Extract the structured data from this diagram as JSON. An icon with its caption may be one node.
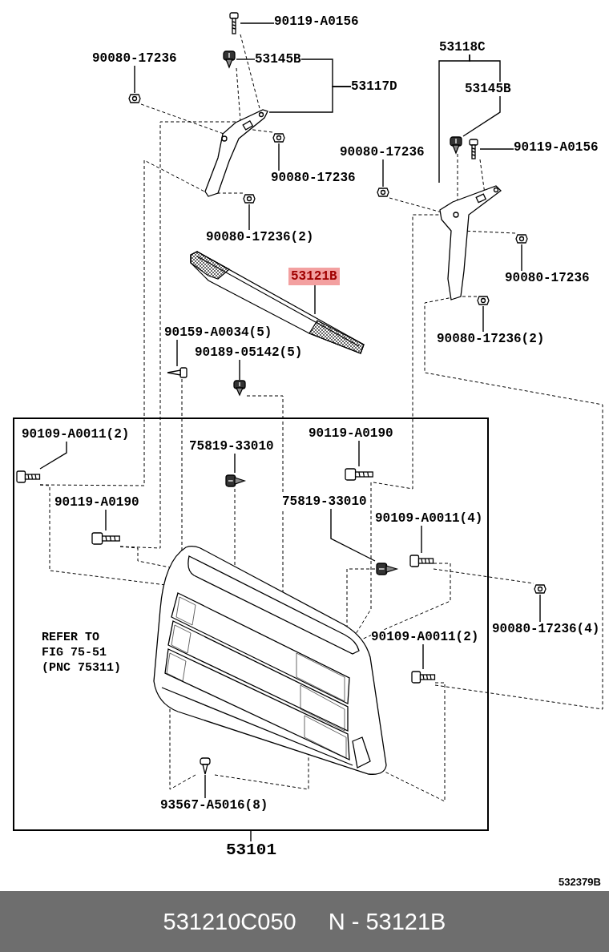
{
  "diagram": {
    "nodes": [
      {
        "text": [
          "90119-A0156"
        ]
      },
      {
        "text": [],
        "shape": "picture"
      },
      {
        "text": [
          "90080-17236"
        ]
      },
      {
        "text": [],
        "shape": "picture"
      },
      {
        "text": [
          "53145B"
        ]
      },
      {
        "text": [],
        "shape": "picture"
      },
      {
        "text": [
          "53117D"
        ]
      },
      {
        "text": [],
        "shape": "picture"
      },
      {
        "text": [
          "53118C"
        ]
      },
      {
        "text": [
          "53145B"
        ]
      },
      {
        "text": [],
        "shape": "picture"
      },
      {
        "text": [
          "90119-A0156"
        ]
      },
      {
        "text": [],
        "shape": "picture"
      },
      {
        "text": [
          "90080-17236"
        ]
      },
      {
        "text": [],
        "shape": "picture"
      },
      {
        "text": [
          "90080-17236"
        ]
      },
      {
        "text": [],
        "shape": "picture"
      },
      {
        "text": [],
        "shape": "picture"
      },
      {
        "text": [
          "90080-17236(2)"
        ]
      },
      {
        "text": [],
        "shape": "picture"
      },
      {
        "text": [
          "90080-17236"
        ]
      },
      {
        "text": [],
        "shape": "picture"
      },
      {
        "text": [
          "53121B"
        ]
      },
      {
        "text": [],
        "shape": "picture"
      },
      {
        "text": [
          "90080-17236(2)"
        ]
      },
      {
        "text": [],
        "shape": "picture"
      },
      {
        "text": [
          "90159-A0034(5)"
        ]
      },
      {
        "text": [],
        "shape": "picture"
      },
      {
        "text": [
          "90189-05142(5)"
        ]
      },
      {
        "text": [],
        "shape": "picture"
      },
      {
        "text": [],
        "shape": "box"
      },
      {
        "text": [
          "90109-A0011(2)"
        ],
        "in": 30
      },
      {
        "text": [],
        "shape": "picture",
        "in": 30
      },
      {
        "text": [
          "75819-33010"
        ],
        "in": 30
      },
      {
        "text": [],
        "shape": "picture",
        "in": 30
      },
      {
        "text": [
          "90119-A0190"
        ],
        "in": 30
      },
      {
        "text": [],
        "shape": "picture",
        "in": 30
      },
      {
        "text": [
          "90119-A0190"
        ],
        "in": 30
      },
      {
        "text": [],
        "shape": "picture",
        "in": 30
      },
      {
        "text": [
          "75819-33010"
        ],
        "in": 30
      },
      {
        "text": [],
        "shape": "picture",
        "in": 30
      },
      {
        "text": [
          "90109-A0011(4)"
        ],
        "in": 30
      },
      {
        "text": [],
        "shape": "picture",
        "in": 30
      },
      {
        "text": [
          "90080-17236(4)"
        ]
      },
      {
        "text": [],
        "shape": "picture"
      },
      {
        "text": [
          "90109-A0011(2)"
        ],
        "in": 30
      },
      {
        "text": [],
        "shape": "picture",
        "in": 30
      },
      {
        "text": [
          "93567-A5016(8)"
        ],
        "in": 30
      },
      {
        "text": [],
        "shape": "picture",
        "in": 30
      },
      {
        "text": [
          "53101"
        ]
      },
      {
        "text": [],
        "shape": "picture",
        "in": 30
      }
    ],
    "edges": [
      {
        "from": 0,
        "to": 1,
        "arrow": "none"
      },
      {
        "from": 2,
        "to": 3,
        "arrow": "none"
      },
      {
        "from": 4,
        "to": 5,
        "arrow": "none"
      },
      {
        "from": 6,
        "to": 4,
        "arrow": "none"
      },
      {
        "from": 6,
        "to": 7,
        "arrow": "none"
      },
      {
        "from": 8,
        "to": 17,
        "arrow": "none"
      },
      {
        "from": 8,
        "to": 9,
        "arrow": "none"
      },
      {
        "from": 9,
        "to": 10,
        "arrow": "none"
      },
      {
        "from": 11,
        "to": 12,
        "arrow": "none"
      },
      {
        "from": 13,
        "to": 14,
        "arrow": "none"
      },
      {
        "from": 15,
        "to": 16,
        "arrow": "none"
      },
      {
        "from": 18,
        "to": 19,
        "arrow": "none"
      },
      {
        "from": 20,
        "to": 21,
        "arrow": "none"
      },
      {
        "from": 22,
        "to": 23,
        "arrow": "none"
      },
      {
        "from": 24,
        "to": 25,
        "arrow": "none"
      },
      {
        "from": 26,
        "to": 27,
        "arrow": "none"
      },
      {
        "from": 28,
        "to": 29,
        "arrow": "none"
      },
      {
        "from": 31,
        "to": 32,
        "arrow": "none"
      },
      {
        "from": 33,
        "to": 34,
        "arrow": "none"
      },
      {
        "from": 35,
        "to": 36,
        "arrow": "none"
      },
      {
        "from": 37,
        "to": 38,
        "arrow": "none"
      },
      {
        "from": 39,
        "to": 40,
        "arrow": "none"
      },
      {
        "from": 41,
        "to": 42,
        "arrow": "none"
      },
      {
        "from": 43,
        "to": 44,
        "arrow": "none"
      },
      {
        "from": 45,
        "to": 46,
        "arrow": "none"
      },
      {
        "from": 47,
        "to": 48,
        "arrow": "none"
      },
      {
        "from": 49,
        "to": 30,
        "arrow": "none"
      },
      {
        "from": 1,
        "to": 7,
        "arrow": "none",
        "style": "dashed"
      },
      {
        "from": 5,
        "to": 7,
        "arrow": "none",
        "style": "dashed"
      },
      {
        "from": 3,
        "to": 7,
        "arrow": "none",
        "style": "dashed"
      },
      {
        "from": 16,
        "to": 7,
        "arrow": "none",
        "style": "dashed"
      },
      {
        "from": 19,
        "to": 7,
        "arrow": "none",
        "style": "dashed"
      },
      {
        "from": 38,
        "to": 7,
        "arrow": "none",
        "style": "dashed"
      },
      {
        "from": 32,
        "to": 7,
        "arrow": "none",
        "style": "dashed"
      },
      {
        "from": 32,
        "to": 50,
        "arrow": "none",
        "style": "dashed"
      },
      {
        "from": 38,
        "to": 50,
        "arrow": "none",
        "style": "dashed"
      },
      {
        "from": 14,
        "to": 17,
        "arrow": "none",
        "style": "dashed"
      },
      {
        "from": 36,
        "to": 17,
        "arrow": "none",
        "style": "dashed"
      },
      {
        "from": 36,
        "to": 50,
        "arrow": "none",
        "style": "dashed"
      },
      {
        "from": 10,
        "to": 17,
        "arrow": "none",
        "style": "dashed"
      },
      {
        "from": 12,
        "to": 17,
        "arrow": "none",
        "style": "dashed"
      },
      {
        "from": 21,
        "to": 17,
        "arrow": "none",
        "style": "dashed"
      },
      {
        "from": 25,
        "to": 17,
        "arrow": "none",
        "style": "dashed"
      },
      {
        "from": 46,
        "to": 17,
        "arrow": "none",
        "style": "dashed"
      },
      {
        "from": 46,
        "to": 50,
        "arrow": "none",
        "style": "dashed"
      },
      {
        "from": 27,
        "to": 50,
        "arrow": "none",
        "style": "dashed"
      },
      {
        "from": 29,
        "to": 50,
        "arrow": "none",
        "style": "dashed"
      },
      {
        "from": 34,
        "to": 50,
        "arrow": "none",
        "style": "dashed"
      },
      {
        "from": 40,
        "to": 50,
        "arrow": "none",
        "style": "dashed"
      },
      {
        "from": 42,
        "to": 44,
        "arrow": "none",
        "style": "dashed"
      },
      {
        "from": 42,
        "to": 50,
        "arrow": "none",
        "style": "dashed"
      },
      {
        "from": 48,
        "to": 50,
        "arrow": "none",
        "style": "dashed"
      },
      {
        "from": 48,
        "to": 50,
        "arrow": "none",
        "style": "dashed"
      }
    ],
    "labels": [
      "REFER TO FIG 75-51 (PNC 75311)",
      "532379B",
      "531210C050",
      "N - 53121B"
    ]
  }
}
